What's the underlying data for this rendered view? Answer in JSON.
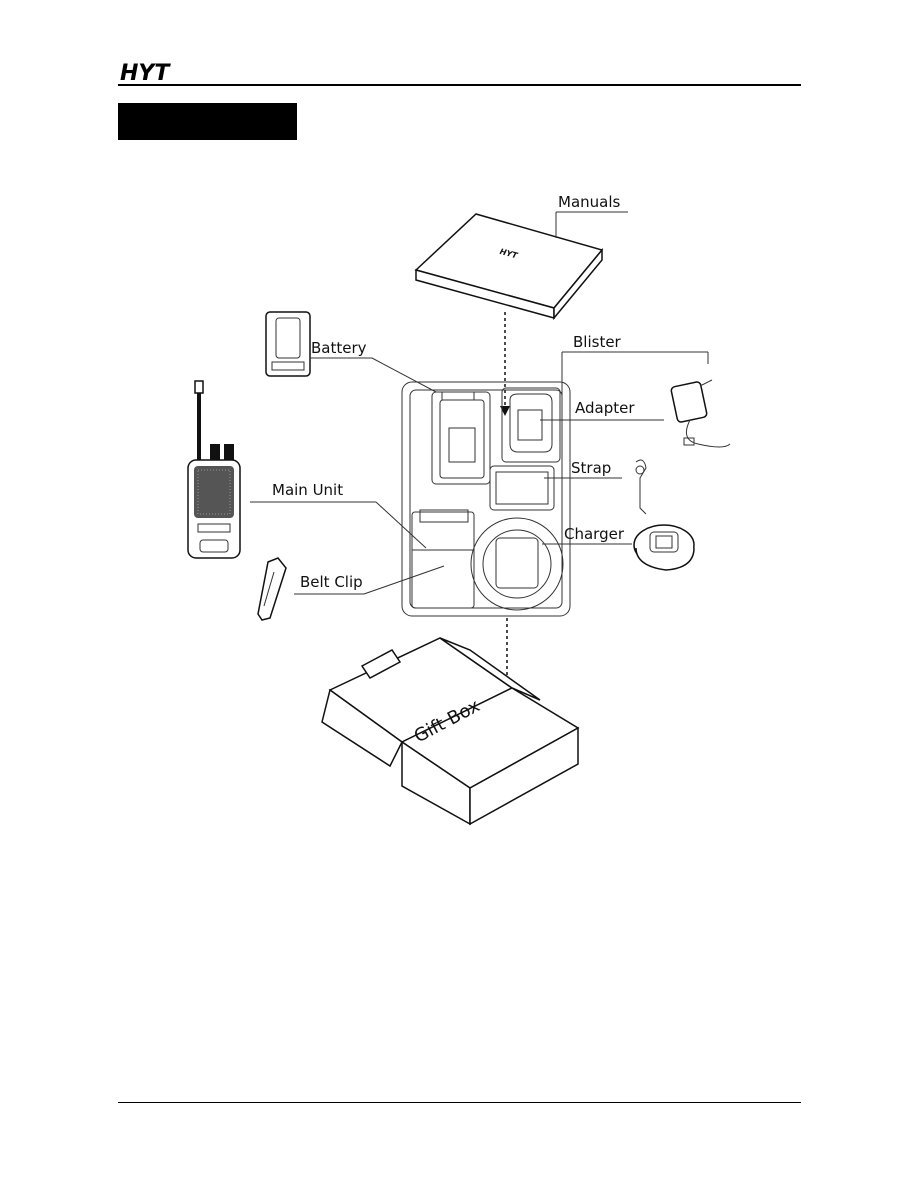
{
  "header": {
    "brand": "HYT"
  },
  "diagram": {
    "labels": {
      "manuals": "Manuals",
      "battery": "Battery",
      "blister": "Blister",
      "adapter": "Adapter",
      "strap": "Strap",
      "main_unit": "Main Unit",
      "charger": "Charger",
      "belt_clip": "Belt Clip",
      "gift_box": "Gift Box"
    }
  }
}
